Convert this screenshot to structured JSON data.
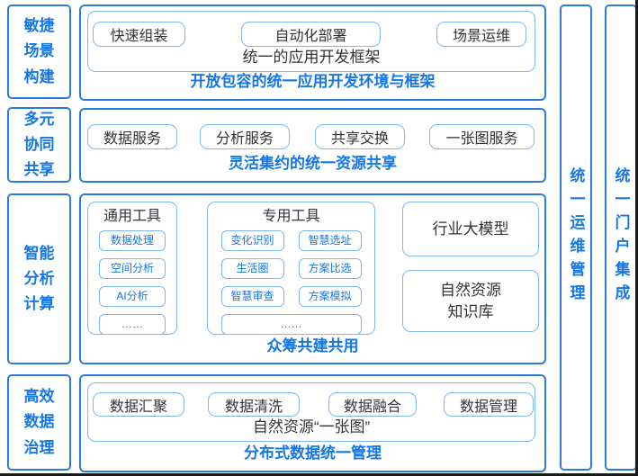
{
  "colors": {
    "border_strong": "#2b7bdd",
    "border_light": "#7db6f2",
    "text_blue": "#1577e6",
    "text_dark": "#333333",
    "background": "#ffffff"
  },
  "rows": {
    "r1": {
      "section": "敏捷场景构建",
      "items": [
        "快速组装",
        "自动化部署",
        "场景运维"
      ],
      "frame_label": "统一的应用开发框架",
      "caption": "开放包容的统一应用开发环境与框架"
    },
    "r2": {
      "section": "多元协同共享",
      "items": [
        "数据服务",
        "分析服务",
        "共享交换",
        "一张图服务"
      ],
      "caption": "灵活集约的统一资源共享"
    },
    "r3": {
      "section": "智能分析计算",
      "general_tools": {
        "title": "通用工具",
        "items": [
          "数据处理",
          "空间分析",
          "AI分析",
          "……"
        ]
      },
      "special_tools": {
        "title": "专用工具",
        "items": [
          "变化识别",
          "智慧选址",
          "生活圈",
          "方案比选",
          "智慧审查",
          "方案模拟"
        ],
        "more": "……"
      },
      "model_box": "行业大模型",
      "knowledge_box": "自然资源知识库",
      "caption": "众筹共建共用"
    },
    "r4": {
      "section": "高效数据治理",
      "items": [
        "数据汇聚",
        "数据清洗",
        "数据融合",
        "数据管理"
      ],
      "frame_label": "自然资源“一张图”",
      "caption": "分布式数据统一管理"
    }
  },
  "side_bars": [
    "统一运维管理",
    "统一门户集成"
  ]
}
